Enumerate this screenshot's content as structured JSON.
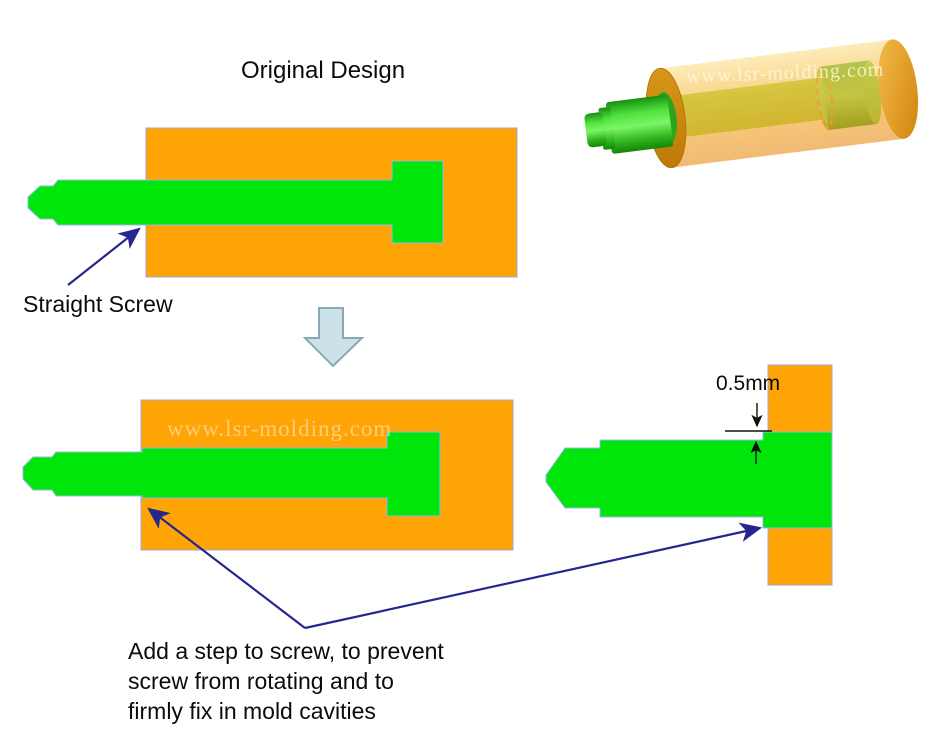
{
  "title": {
    "text": "Original Design"
  },
  "original_diagram": {
    "label": "Straight Screw"
  },
  "improved_diagram": {
    "dimension_label": "0.5mm"
  },
  "note": {
    "lines": [
      "Add a step to screw, to prevent",
      "screw from rotating and to",
      "firmly fix in mold cavities"
    ]
  },
  "watermark": {
    "text": "www.lsr-molding.com"
  },
  "colors": {
    "mold_orange": "#ffa405",
    "screw_green": "#00e60a",
    "annotation_navy": "#26268f",
    "transition_arrow_fill": "#cbe2e8",
    "transition_arrow_stroke": "#8aa9b4",
    "dimension_black": "#111111",
    "outline_lavender": "#a9a3d9"
  }
}
